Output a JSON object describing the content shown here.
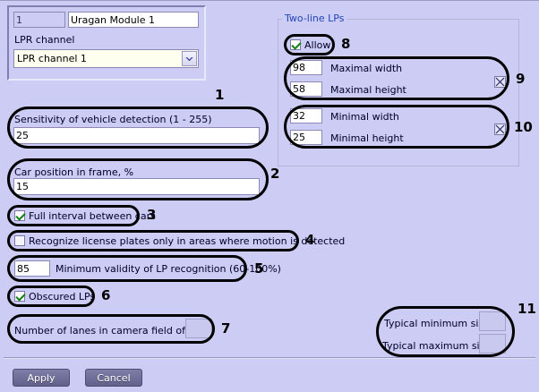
{
  "window": {
    "background_color": "#ccccf5",
    "accent_color": "#2346b4"
  },
  "identity": {
    "id_value": "1",
    "name_value": "Uragan Module 1",
    "channel_label": "LPR channel",
    "channel_value": "LPR channel 1",
    "dropdown_icon": "chevron-down-icon"
  },
  "settings": {
    "sensitivity": {
      "label": "Sensitivity of vehicle detection (1 - 255)",
      "value": "25"
    },
    "car_position": {
      "label": "Car position in frame, %",
      "value": "15"
    },
    "full_interval": {
      "label": "Full interval between cars",
      "checked": true
    },
    "motion_areas": {
      "label": "Recognize license plates only in areas where motion is detected",
      "checked": false
    },
    "min_validity": {
      "label": "Minimum validity of LP recognition (60-100%)",
      "value": "85"
    },
    "obscured": {
      "label": "Obscured LPs",
      "checked": true
    },
    "lanes": {
      "label": "Number of lanes in camera field of view",
      "value": ""
    }
  },
  "two_line": {
    "group_title": "Two-line LPs",
    "allow": {
      "label": "Allow",
      "checked": true
    },
    "maximal": {
      "width_label": "Maximal width",
      "width_value": "98",
      "height_label": "Maximal height",
      "height_value": "58",
      "reset_icon": "x-box-icon"
    },
    "minimal": {
      "width_label": "Minimal width",
      "width_value": "32",
      "height_label": "Minimal height",
      "height_value": "25",
      "reset_icon": "x-box-icon"
    }
  },
  "typical": {
    "minimum_label": "Typical minimum size",
    "minimum_value": "",
    "maximum_label": "Typical maximum size",
    "maximum_value": ""
  },
  "footer": {
    "apply_label": "Apply",
    "cancel_label": "Cancel"
  },
  "annotations": {
    "n1": "1",
    "n2": "2",
    "n3": "3",
    "n4": "4",
    "n5": "5",
    "n6": "6",
    "n7": "7",
    "n8": "8",
    "n9": "9",
    "n10": "10",
    "n11": "11"
  }
}
